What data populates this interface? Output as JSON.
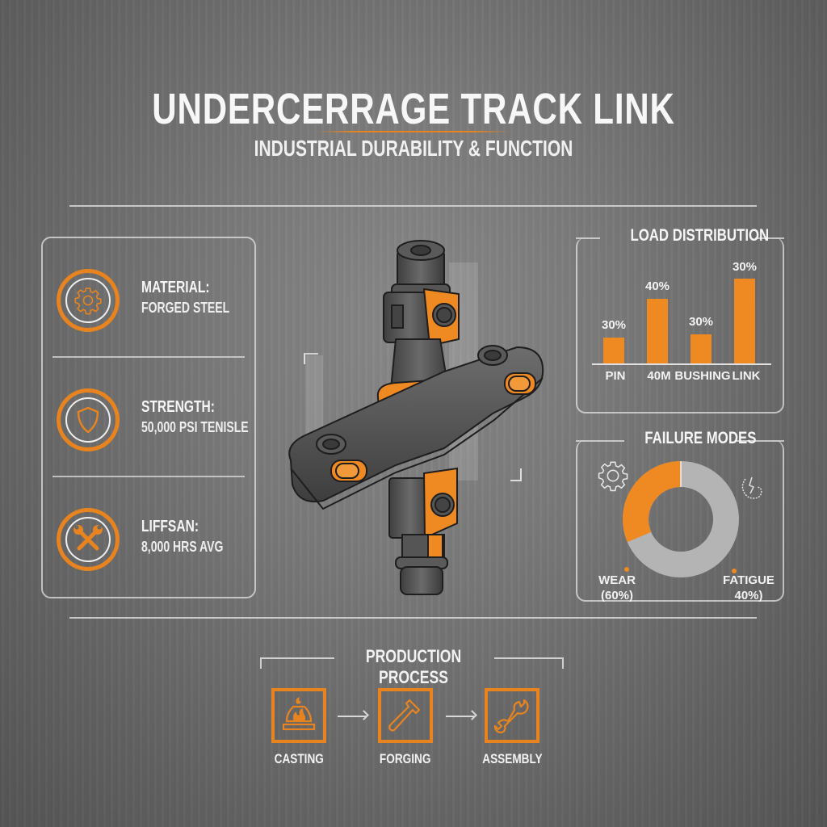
{
  "header": {
    "title": "UNDERCERRAGE TRACK LINK",
    "subtitle": "INDUSTRIAL DURABILITY & FUNCTION"
  },
  "features": [
    {
      "icon": "gear-icon",
      "label": "MATERIAL:",
      "value": "FORGED STEEL"
    },
    {
      "icon": "shield-icon",
      "label": "STRENGTH:",
      "value": "50,000 PSI TENISLE"
    },
    {
      "icon": "crossed-wrenches-icon",
      "label": "LIFFSAN:",
      "value": "8,000 HRS AVG"
    }
  ],
  "load_distribution": {
    "title": "LOAD DISTRIBUTION",
    "bars": [
      {
        "category": "PIN",
        "label": "30%",
        "height": 32
      },
      {
        "category": "40M",
        "label": "40%",
        "height": 80
      },
      {
        "category": "BUSHING",
        "label": "30%",
        "height": 36
      },
      {
        "category": "LINK",
        "label": "30%",
        "height": 105
      }
    ]
  },
  "failure_modes": {
    "title": "FAILURE MODES",
    "wear_label": "WEAR",
    "wear_value": "(60%)",
    "fatigue_label": "FATIGUE",
    "fatigue_value": "40%)"
  },
  "production": {
    "title": "PRODUCTION PROCESS",
    "steps": [
      {
        "icon": "furnace-flame-icon",
        "label": "CASTING"
      },
      {
        "icon": "hammer-icon",
        "label": "FORGING"
      },
      {
        "icon": "wrench-icon",
        "label": "ASSEMBLY"
      }
    ]
  },
  "colors": {
    "accent": "#e8841f",
    "background": "#767676",
    "text": "#f5f5f5",
    "donut_gray": "#b4b4b4"
  },
  "chart_data": [
    {
      "type": "bar",
      "title": "LOAD DISTRIBUTION",
      "categories": [
        "PIN",
        "40M",
        "BUSHING",
        "LINK"
      ],
      "values": [
        30,
        40,
        30,
        30
      ],
      "data_labels": [
        "30%",
        "40%",
        "30%",
        "30%"
      ],
      "xlabel": "",
      "ylabel": "",
      "grid": false
    },
    {
      "type": "pie",
      "title": "FAILURE MODES",
      "donut": true,
      "categories": [
        "WEAR",
        "FATIGUE"
      ],
      "values": [
        60,
        40
      ],
      "data_labels": [
        "(60%)",
        "40%)"
      ]
    }
  ]
}
